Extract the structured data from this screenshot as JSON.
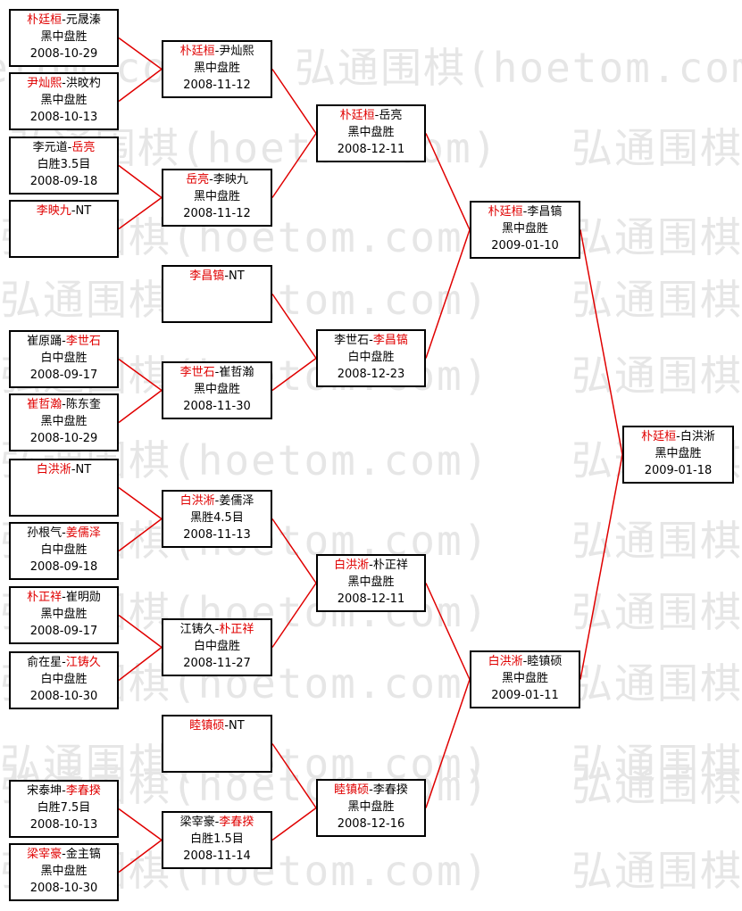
{
  "watermark": "弘通围棋(hoetom.com)",
  "colors": {
    "winner": "#e00000",
    "line": "#e00000",
    "border": "#000000",
    "watermark": "#e6e6e6"
  },
  "round1": [
    {
      "p1": "朴廷桓",
      "p2": "元晟溱",
      "winner": 1,
      "result": "黑中盘胜",
      "date": "2008-10-29"
    },
    {
      "p1": "尹灿熙",
      "p2": "洪旼杓",
      "winner": 1,
      "result": "黑中盘胜",
      "date": "2008-10-13"
    },
    {
      "p1": "李元道",
      "p2": "岳亮",
      "winner": 2,
      "result": "白胜3.5目",
      "date": "2008-09-18"
    },
    {
      "p1": "李映九",
      "p2": "NT",
      "winner": 1,
      "result": "",
      "date": ""
    },
    {
      "p1": "崔原踊",
      "p2": "李世石",
      "winner": 2,
      "result": "白中盘胜",
      "date": "2008-09-17"
    },
    {
      "p1": "崔哲瀚",
      "p2": "陈东奎",
      "winner": 1,
      "result": "黑中盘胜",
      "date": "2008-10-29"
    },
    {
      "p1": "白洪淅",
      "p2": "NT",
      "winner": 1,
      "result": "",
      "date": ""
    },
    {
      "p1": "孙根气",
      "p2": "姜儒泽",
      "winner": 2,
      "result": "白中盘胜",
      "date": "2008-09-18"
    },
    {
      "p1": "朴正祥",
      "p2": "崔明勋",
      "winner": 1,
      "result": "黑中盘胜",
      "date": "2008-09-17"
    },
    {
      "p1": "俞在星",
      "p2": "江铸久",
      "winner": 2,
      "result": "白中盘胜",
      "date": "2008-10-30"
    },
    {
      "p1": "宋泰坤",
      "p2": "李春揆",
      "winner": 2,
      "result": "白胜7.5目",
      "date": "2008-10-13"
    },
    {
      "p1": "梁宰豪",
      "p2": "金主镐",
      "winner": 1,
      "result": "黑中盘胜",
      "date": "2008-10-30"
    }
  ],
  "round2": [
    {
      "p1": "朴廷桓",
      "p2": "尹灿熙",
      "winner": 1,
      "result": "黑中盘胜",
      "date": "2008-11-12"
    },
    {
      "p1": "岳亮",
      "p2": "李映九",
      "winner": 1,
      "result": "黑中盘胜",
      "date": "2008-11-12"
    },
    {
      "p1": "李昌镐",
      "p2": "NT",
      "winner": 1,
      "result": "",
      "date": ""
    },
    {
      "p1": "李世石",
      "p2": "崔哲瀚",
      "winner": 1,
      "result": "黑中盘胜",
      "date": "2008-11-30"
    },
    {
      "p1": "白洪淅",
      "p2": "姜儒泽",
      "winner": 1,
      "result": "黑胜4.5目",
      "date": "2008-11-13"
    },
    {
      "p1": "江铸久",
      "p2": "朴正祥",
      "winner": 2,
      "result": "白中盘胜",
      "date": "2008-11-27"
    },
    {
      "p1": "睦镇硕",
      "p2": "NT",
      "winner": 1,
      "result": "",
      "date": ""
    },
    {
      "p1": "梁宰豪",
      "p2": "李春揆",
      "winner": 2,
      "result": "白胜1.5目",
      "date": "2008-11-14"
    }
  ],
  "round3": [
    {
      "p1": "朴廷桓",
      "p2": "岳亮",
      "winner": 1,
      "result": "黑中盘胜",
      "date": "2008-12-11"
    },
    {
      "p1": "李世石",
      "p2": "李昌镐",
      "winner": 2,
      "result": "白中盘胜",
      "date": "2008-12-23"
    },
    {
      "p1": "白洪淅",
      "p2": "朴正祥",
      "winner": 1,
      "result": "黑中盘胜",
      "date": "2008-12-11"
    },
    {
      "p1": "睦镇硕",
      "p2": "李春揆",
      "winner": 1,
      "result": "黑中盘胜",
      "date": "2008-12-16"
    }
  ],
  "round4": [
    {
      "p1": "朴廷桓",
      "p2": "李昌镐",
      "winner": 1,
      "result": "黑中盘胜",
      "date": "2009-01-10"
    },
    {
      "p1": "白洪淅",
      "p2": "睦镇硕",
      "winner": 1,
      "result": "黑中盘胜",
      "date": "2009-01-11"
    }
  ],
  "final": [
    {
      "p1": "朴廷桓",
      "p2": "白洪淅",
      "winner": 1,
      "result": "黑中盘胜",
      "date": "2009-01-18"
    }
  ]
}
